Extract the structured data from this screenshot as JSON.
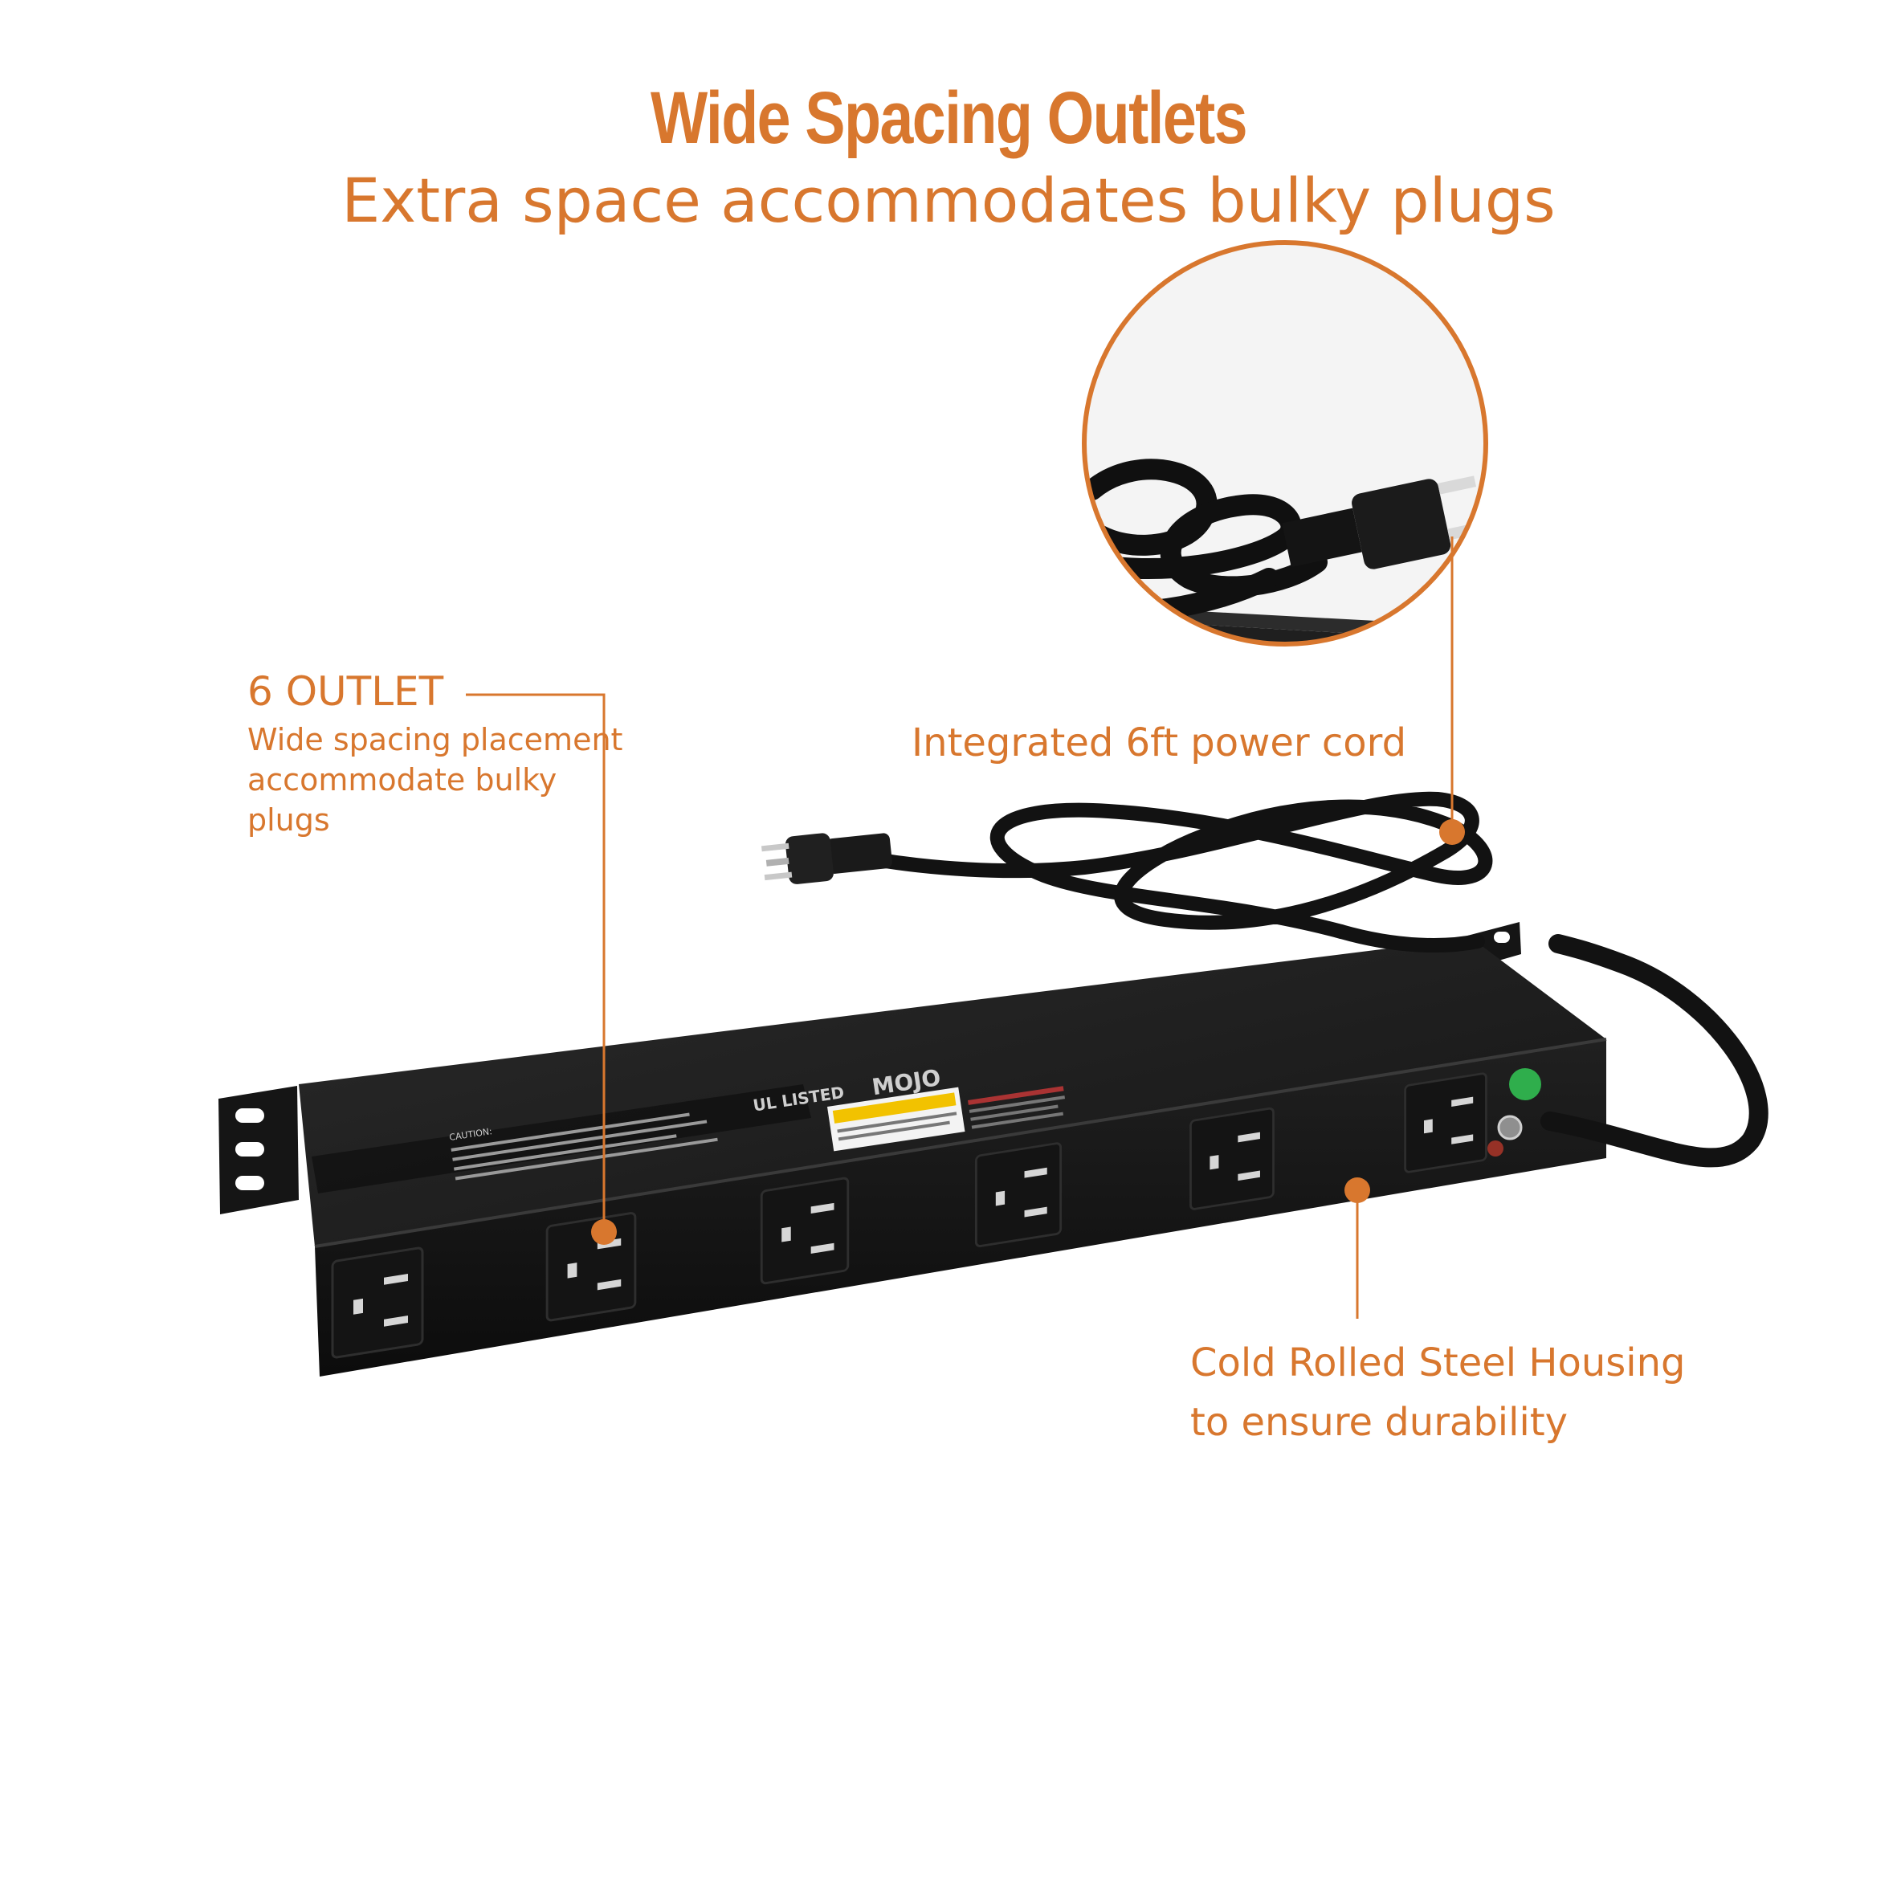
{
  "header": {
    "title": "Wide Spacing Outlets",
    "subtitle": "Extra space accommodates bulky plugs"
  },
  "callouts": {
    "outlets": {
      "title": "6 OUTLET",
      "body_lines": [
        "Wide spacing placement",
        "accommodate bulky",
        "plugs"
      ]
    },
    "cord": {
      "text": "Integrated 6ft power cord"
    },
    "housing": {
      "lines": [
        "Cold Rolled Steel Housing",
        "to ensure durability"
      ]
    }
  },
  "product": {
    "outlet_count": 6,
    "brand_logo": "MOJO",
    "label_heading": "CAUTION:",
    "certification_mark": "UL LISTED"
  },
  "colors": {
    "accent": "#D8772E",
    "housing": "#1b1b1b",
    "outlet": "#141414",
    "ground_indicator": "#2fae4c"
  },
  "icons": [
    "power-plug-icon",
    "ground-screw-icon",
    "led-indicator-icon"
  ]
}
